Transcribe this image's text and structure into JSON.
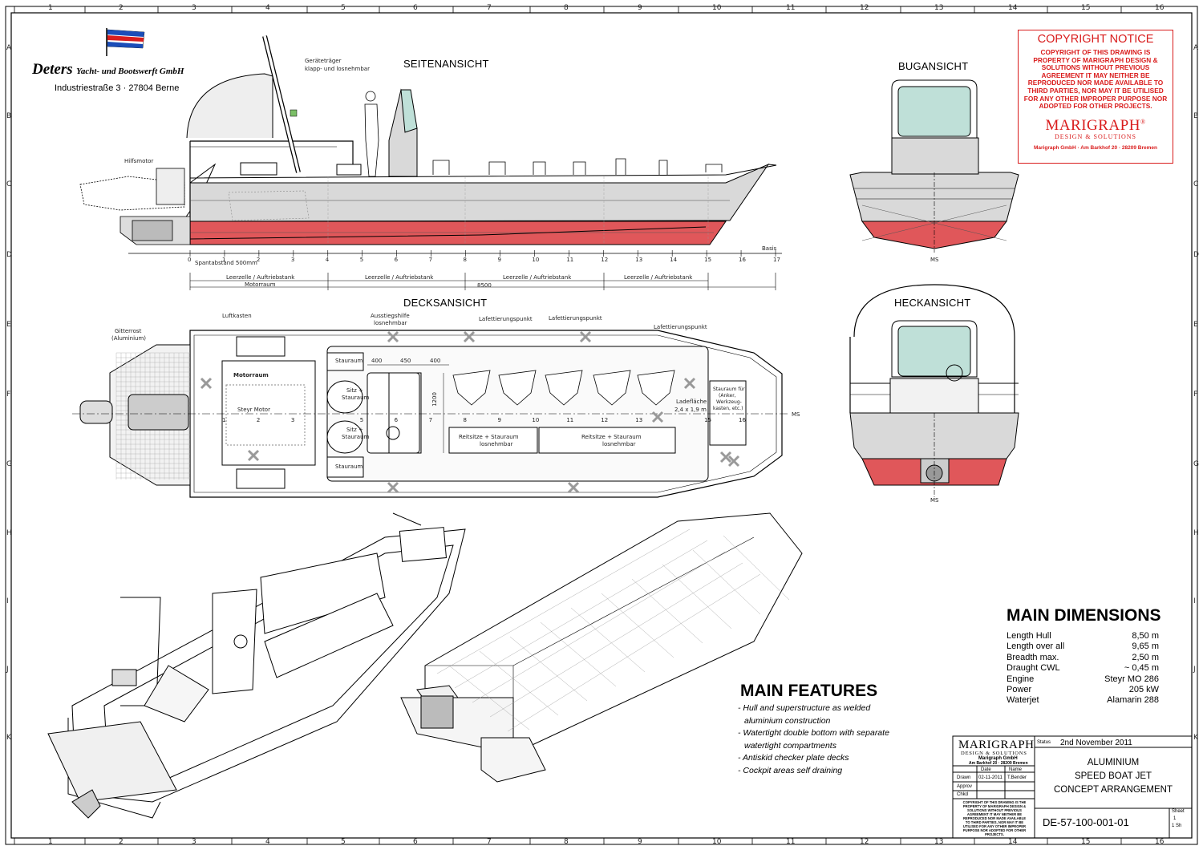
{
  "border": {
    "columns": [
      "1",
      "2",
      "3",
      "4",
      "5",
      "6",
      "7",
      "8",
      "9",
      "10",
      "11",
      "12",
      "13",
      "14",
      "15",
      "16"
    ],
    "rows": [
      "A",
      "B",
      "C",
      "D",
      "E",
      "F",
      "G",
      "H",
      "I",
      "J",
      "K"
    ]
  },
  "company": {
    "name": "Deters",
    "name_suffix": "Yacht- und Bootswerft GmbH",
    "address": "Industriestraße 3 · 27804 Berne"
  },
  "views": {
    "side": "SEITENANSICHT",
    "bow": "BUGANSICHT",
    "deck": "DECKSANSICHT",
    "stern": "HECKANSICHT"
  },
  "side_labels": {
    "geraetetraeger": "Geräteträger",
    "geraetetraeger2": "klapp- und losnehmbar",
    "hilfsmotor": "Hilfsmotor",
    "basis": "Basis",
    "spantabstand": "Spantabstand 500mm",
    "frames": [
      "0",
      "1",
      "2",
      "3",
      "4",
      "5",
      "6",
      "7",
      "8",
      "9",
      "10",
      "11",
      "12",
      "13",
      "14",
      "15",
      "16",
      "17"
    ],
    "zones": [
      "Leerzelle / Auftriebstank",
      "Leerzelle / Auftriebstank",
      "Leerzelle / Auftriebstank",
      "Leerzelle / Auftriebstank"
    ],
    "motorraum": "Motorraum",
    "length": "8500"
  },
  "deck_labels": {
    "luftkasten": "Luftkasten",
    "ausstiegshilfe": "Ausstiegshilfe",
    "ausstiegshilfe2": "losnehmbar",
    "lafettierung1": "Lafettierungspunkt",
    "lafettierung2": "Lafettierungspunkt",
    "lafettierung3": "Lafettierungspunkt",
    "gitterrost": "Gitterrost",
    "gitterrost2": "(Aluminium)",
    "motorraum": "Motorraum",
    "steyr": "Steyr Motor",
    "stauraum1": "Stauraum",
    "sitz1": "Sitz +",
    "sitz1b": "Stauraum",
    "sitz2": "Sitz +",
    "sitz2b": "Stauraum",
    "stauraum2": "Stauraum",
    "d400a": "400",
    "d450": "450",
    "d400b": "400",
    "d1200": "1200",
    "ladeflaeche": "Ladefläche",
    "ladeflaeche2": "2,4 x 1,9 m",
    "stauraum_fuer": "Stauraum für",
    "stauraum_fuer2": "(Anker,",
    "stauraum_fuer3": "Werkzeug-",
    "stauraum_fuer4": "kasten, etc.)",
    "reitsitze1": "Reitsitze + Stauraum",
    "reitsitze1b": "losnehmbar",
    "reitsitze2": "Reitsitze + Stauraum",
    "reitsitze2b": "losnehmbar",
    "ms": "MS",
    "frames": [
      "1",
      "2",
      "3",
      "5",
      "6",
      "7",
      "8",
      "9",
      "10",
      "11",
      "12",
      "13",
      "15",
      "16"
    ]
  },
  "bow_ms": "MS",
  "stern_ms": "MS",
  "copyright": {
    "heading": "COPYRIGHT NOTICE",
    "body": "COPYRIGHT OF THIS DRAWING IS PROPERTY OF MARIGRAPH DESIGN & SOLUTIONS WITHOUT PREVIOUS AGREEMENT IT MAY NEITHER BE REPRODUCED NOR MADE AVAILABLE TO THIRD PARTIES, NOR MAY IT BE UTILISED FOR ANY OTHER IMPROPER PURPOSE NOR ADOPTED FOR OTHER PROJECTS.",
    "logo": "MARIGRAPH",
    "logo_reg": "®",
    "logo_sub": "DESIGN & SOLUTIONS",
    "address": "Marigraph GmbH · Am Barkhof 20 · 28209 Bremen"
  },
  "main_dimensions": {
    "title": "MAIN DIMENSIONS",
    "rows": [
      {
        "label": "Length Hull",
        "value": "8,50 m"
      },
      {
        "label": "Length over all",
        "value": "9,65 m"
      },
      {
        "label": "Breadth max.",
        "value": "2,50 m"
      },
      {
        "label": "Draught CWL",
        "value": "~ 0,45 m"
      },
      {
        "label": "Engine",
        "value": "Steyr MO 286"
      },
      {
        "label": "Power",
        "value": "205 kW"
      },
      {
        "label": "Waterjet",
        "value": "Alamarin 288"
      }
    ]
  },
  "main_features": {
    "title": "MAIN FEATURES",
    "lines": [
      "- Hull and superstructure as welded",
      "aluminium construction",
      "- Watertight double bottom with separate",
      "watertight compartments",
      "- Antiskid checker plate decks",
      "- Cockpit areas self draining"
    ]
  },
  "title_block": {
    "logo": "MARIGRAPH",
    "logo_sub": "DESIGN & SOLUTIONS",
    "company": "Marigraph GmbH",
    "company_addr": "Am Barkhof 20 · 28209 Bremen",
    "status_label": "Status",
    "status_value": "2nd November 2011",
    "date_header": "Date",
    "name_header": "Name",
    "drawn_label": "Drawn",
    "drawn_date": "02-11-2011",
    "drawn_name": "T.Bender",
    "approv_label": "Approv",
    "chkd_label": "Chkd",
    "title1": "ALUMINIUM",
    "title2": "SPEED BOAT JET",
    "title3": "CONCEPT ARRANGEMENT",
    "copy_small": "COPYRIGHT OF THIS DRAWING IS THE PROPERTY OF MARIGRAPH DESIGN & SOLUTIONS WITHOUT PREVIOUS AGREEMENT IT MAY NEITHER BE REPRODUCED NOR MADE AVAILABLE TO THIRD PARTIES, NOR MAY IT BE UTILISED FOR ANY OTHER IMPROPER PURPOSE NOR ADOPTED FOR OTHER PROJECTS.",
    "drawing_no": "DE-57-100-001-01",
    "sheet_label": "Sheet",
    "sheet_no": "1",
    "sheet_of": "1 Sh"
  },
  "colors": {
    "hull_red": "#e0575a",
    "hull_grey": "#d9d9d9",
    "glass": "#bfe0d8",
    "copyright_red": "#d91c1c"
  }
}
